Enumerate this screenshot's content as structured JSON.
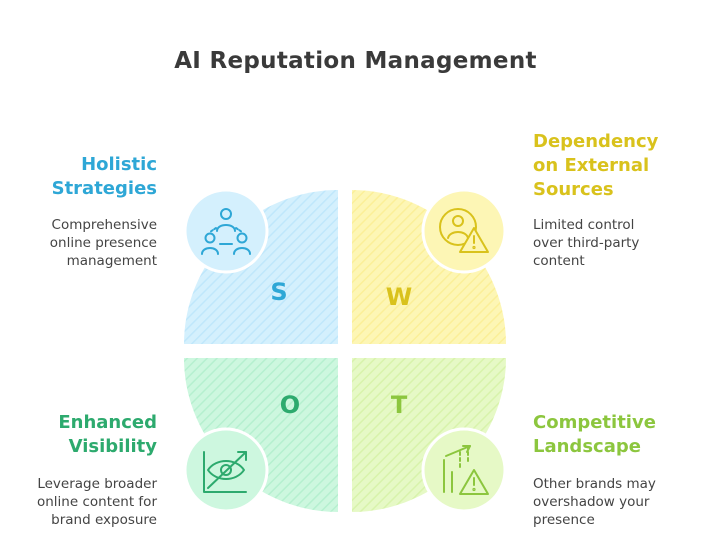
{
  "title": "AI Reputation Management",
  "quadrants": {
    "s": {
      "letter": "S",
      "heading": [
        "Holistic",
        "Strategies"
      ],
      "desc": [
        "Comprehensive",
        "online presence",
        "management"
      ],
      "color": "#2ea7d6",
      "fill": "#d4f0fd",
      "icon": "team-network-icon"
    },
    "w": {
      "letter": "W",
      "heading": [
        "Dependency",
        "on External",
        "Sources"
      ],
      "desc": [
        "Limited control",
        "over third-party",
        "content"
      ],
      "color": "#d9c21c",
      "fill": "#fdf6b5",
      "icon": "user-warning-icon"
    },
    "o": {
      "letter": "O",
      "heading": [
        "Enhanced",
        "Visibility"
      ],
      "desc": [
        "Leverage broader",
        "online content for",
        "brand exposure"
      ],
      "color": "#2daa6e",
      "fill": "#cdf7df",
      "icon": "eye-growth-chart-icon"
    },
    "t": {
      "letter": "T",
      "heading": [
        "Competitive",
        "Landscape"
      ],
      "desc": [
        "Other brands may",
        "overshadow your",
        "presence"
      ],
      "color": "#8cc63e",
      "fill": "#e6f9c6",
      "icon": "chart-warning-icon"
    }
  }
}
